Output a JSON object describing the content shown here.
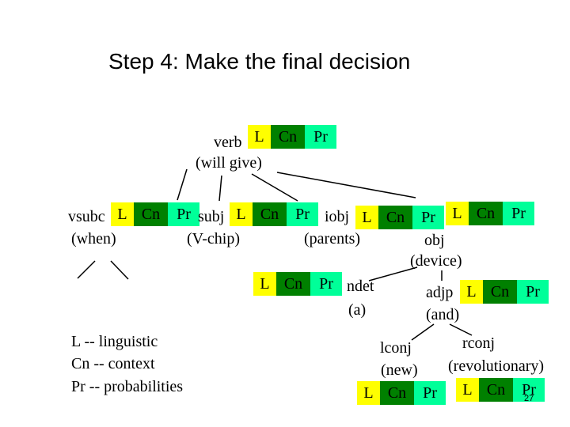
{
  "title": "Step 4: Make the final decision",
  "triple": {
    "l": "L",
    "cn": "Cn",
    "pr": "Pr"
  },
  "nodes": {
    "root": {
      "label": "verb",
      "word": "(will give)"
    },
    "vsubc": {
      "label": "vsubc",
      "word": "(when)"
    },
    "subj": {
      "label": "subj",
      "word": "(V-chip)"
    },
    "iobj": {
      "label": "iobj",
      "word": "(parents)"
    },
    "obj": {
      "label": "obj",
      "word": "(device)"
    },
    "ndet": {
      "label": "ndet",
      "word": "(a)"
    },
    "adjp": {
      "label": "adjp",
      "word": "(and)"
    },
    "lconj": {
      "label": "lconj",
      "word": "(new)"
    },
    "rconj": {
      "label": "rconj",
      "word": "(revolutionary)"
    }
  },
  "legend": [
    "L -- linguistic",
    "Cn -- context",
    "Pr -- probabilities"
  ],
  "slide_number": "27"
}
